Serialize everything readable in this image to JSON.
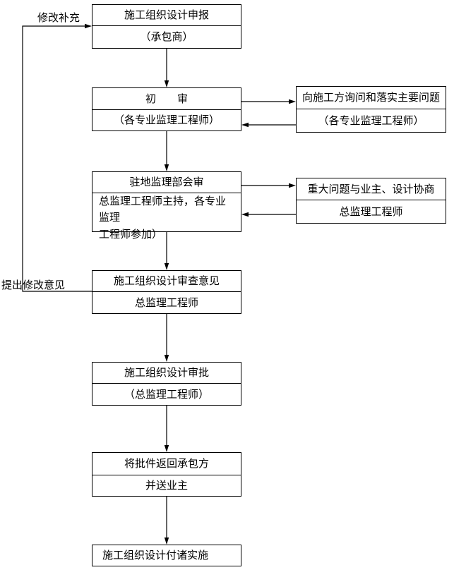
{
  "colors": {
    "line": "#000000",
    "text": "#000000",
    "background": "#ffffff"
  },
  "labels": {
    "modify_supplement": "修改补充",
    "propose_modification": "提出修改意见"
  },
  "flow": {
    "submit": {
      "title": "施工组织设计申报",
      "subtitle": "（承包商）"
    },
    "initial_review": {
      "title": "初　　审",
      "subtitle": "（各专业监理工程师）"
    },
    "office_review": {
      "title": "驻地监理部会审",
      "subtitle": "总监理工程师主持，各专业监理\n工程师参加）"
    },
    "review_opinion": {
      "title": "施工组织设计审查意见",
      "subtitle": "总监理工程师"
    },
    "approval": {
      "title": "施工组织设计审批",
      "subtitle": "（总监理工程师）"
    },
    "return_to_contractor": {
      "title": "将批件返回承包方",
      "subtitle": "并送业主"
    },
    "implementation": {
      "title": "施工组织设计付诸实施"
    }
  },
  "side": {
    "inquiry": {
      "title": "向施工方询问和落实主要问题",
      "subtitle": "（各专业监理工程师）"
    },
    "negotiation": {
      "title": "重大问题与业主、设计协商",
      "subtitle": "总监理工程师"
    }
  }
}
